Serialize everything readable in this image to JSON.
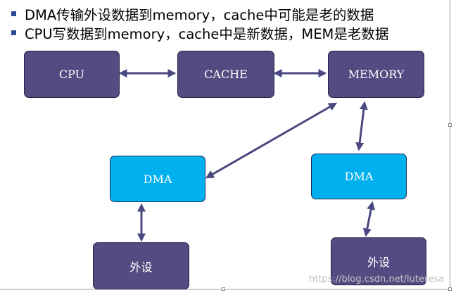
{
  "bullets": [
    {
      "text": "DMA传输外设数据到memory，cache中可能是老的数据"
    },
    {
      "text": "CPU写数据到memory，cache中是新数据，MEM是老数据"
    }
  ],
  "nodes": {
    "cpu": {
      "label": "CPU"
    },
    "cache": {
      "label": "CACHE"
    },
    "memory": {
      "label": "MEMORY"
    },
    "dma_left": {
      "label": "DMA"
    },
    "dma_right": {
      "label": "DMA"
    },
    "peripheral_left": {
      "label": "外设"
    },
    "peripheral_right": {
      "label": "外设"
    }
  },
  "colors": {
    "dark_box": "#524c82",
    "cyan_box": "#00b0ef",
    "arrow": "#4a4880",
    "bullet": "#2b4a8f"
  },
  "watermark": "https://blog.csdn.net/luteresa"
}
